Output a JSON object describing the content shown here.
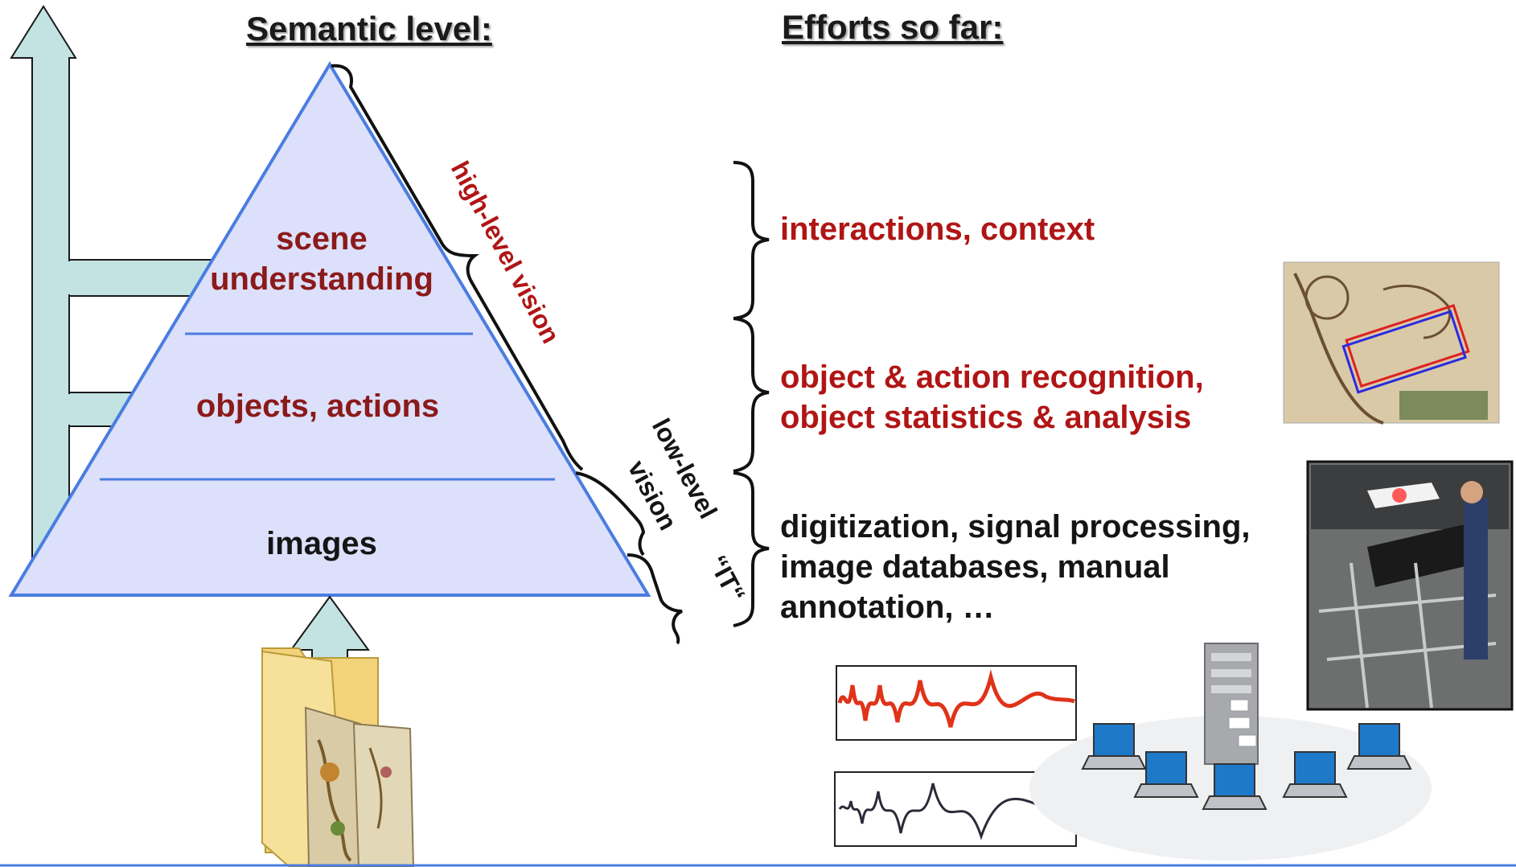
{
  "headings": {
    "semantic": "Semantic level:",
    "efforts": "Efforts so far:"
  },
  "pyramid": {
    "tiers": [
      {
        "line1": "scene",
        "line2": "understanding"
      },
      {
        "line1": "objects, actions"
      },
      {
        "line1": "images"
      }
    ],
    "brackets": {
      "high": "high-level vision",
      "low_line1": "low-level",
      "low_line2": "vision",
      "it": "“IT“"
    }
  },
  "efforts": {
    "top": "interactions, context",
    "middle_line1": "object & action recognition,",
    "middle_line2": "object statistics & analysis",
    "bottom_line1": "digitization, signal processing,",
    "bottom_line2": "image databases, manual",
    "bottom_line3": "annotation, …"
  },
  "colors": {
    "pyramid_fill": "#dde0fa",
    "pyramid_stroke": "#4a7de0",
    "arrow_fill": "#c3e3e3",
    "tier_text": "#8b1a1a",
    "effort_red": "#b01515"
  },
  "icons": {
    "folder": "folder-icon",
    "photo1": "manuscript-photo",
    "photo2": "scanner-photo",
    "signal": "waveform-icon",
    "network": "server-network-icon"
  }
}
